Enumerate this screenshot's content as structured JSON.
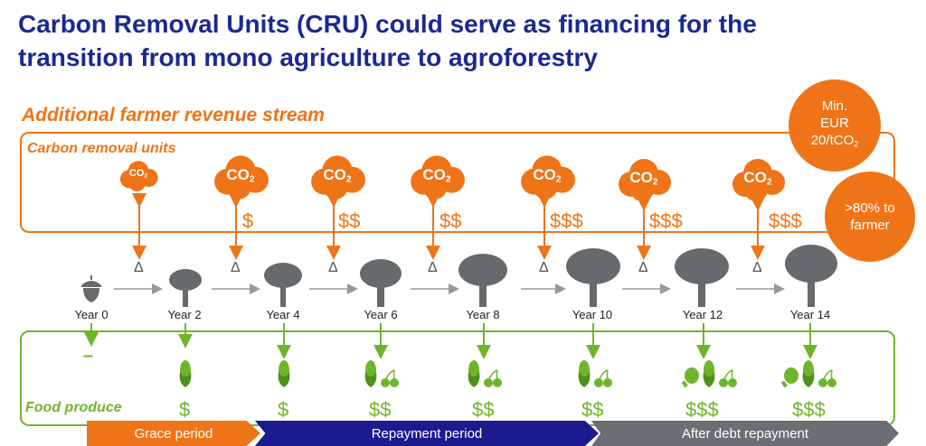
{
  "title_line1": "Carbon Removal Units (CRU) could serve as financing for the",
  "title_line2": "transition from mono agriculture to agroforestry",
  "revenue_label": "Additional farmer revenue stream",
  "cru_label": "Carbon removal units",
  "food_label": "Food produce",
  "badge_min": {
    "line1": "Min.",
    "line2": "EUR",
    "line3": "20/tCO",
    "sub": "2"
  },
  "badge_share": {
    "line1": ">80% to",
    "line2": "farmer"
  },
  "co2": {
    "main": "CO",
    "sub": "2"
  },
  "delta": "Δ",
  "dash": "–",
  "years": [
    "Year 0",
    "Year 2",
    "Year 4",
    "Year 6",
    "Year 8",
    "Year 10",
    "Year 12",
    "Year 14"
  ],
  "carbon_money": [
    "$",
    "$$",
    "$$",
    "$$$",
    "$$$",
    "$$$"
  ],
  "food_money": [
    "$",
    "$",
    "$$",
    "$$",
    "$$",
    "$$$",
    "$$$"
  ],
  "phases": {
    "grace": "Grace period",
    "repay": "Repayment period",
    "after": "After debt repayment"
  },
  "colors": {
    "orange": "#ef7418",
    "navy": "#1b2a8f",
    "green": "#6fb52c",
    "tree": "#666a6d",
    "gray_phase": "#6a6f72"
  },
  "icons": [
    "acorn-icon",
    "tree-icon",
    "cloud-icon",
    "corn-icon",
    "cherries-icon",
    "drumstick-icon"
  ]
}
